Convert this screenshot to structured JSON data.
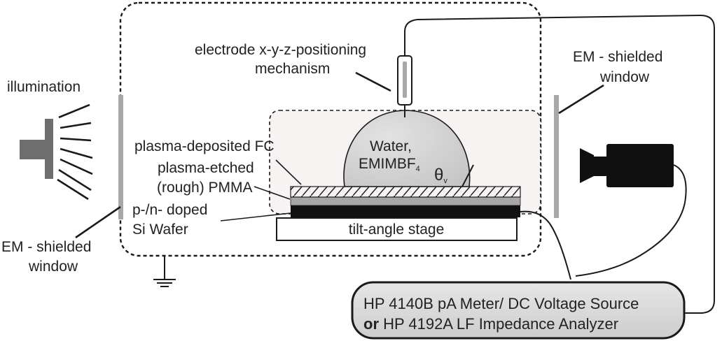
{
  "labels": {
    "illumination": "illumination",
    "em_left_line1": "EM - shielded",
    "em_left_line2": "window",
    "em_right_line1": "EM - shielded",
    "em_right_line2": "window",
    "electrode_line1": "electrode x-y-z-positioning",
    "electrode_line2": "mechanism",
    "fc": "plasma-deposited FC",
    "pmma_line1": "plasma-etched",
    "pmma_line2": "(rough) PMMA",
    "wafer_line1": "p-/n- doped",
    "wafer_line2": "Si Wafer",
    "droplet_line1": "Water,",
    "droplet_line2": "EMIMBF",
    "droplet_sub": "4",
    "angle_symbol": "θ",
    "angle_sub": "v",
    "stage": "tilt-angle stage"
  },
  "instrument": {
    "line1": "HP 4140B pA Meter/ DC Voltage Source",
    "line2_bold": "or",
    "line2_rest": " HP 4192A LF Impedance Analyzer"
  },
  "colors": {
    "stroke": "#1a1a1a",
    "chamber_fill": "#f7f3f3",
    "droplet": "#cfcfcf",
    "window": "#a8a8a8",
    "pmma": "#a6a6a6",
    "wafer": "#101010",
    "instrument_fill": "#d8d8d8",
    "lamp": "#6e6e6e"
  }
}
